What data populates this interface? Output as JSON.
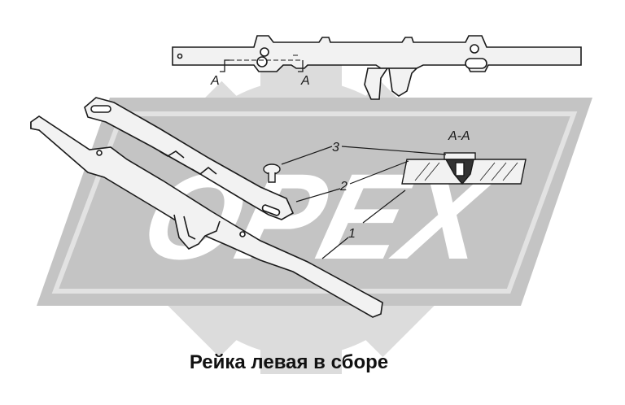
{
  "caption": "Рейка левая в сборе",
  "watermark": {
    "text": "OPEX",
    "gear_color": "#dcdcdc",
    "band_color": "#c4c4c4",
    "text_color": "#ffffff"
  },
  "section": {
    "label": "А-А",
    "mark_left": "А",
    "mark_right": "А"
  },
  "callouts": [
    "1",
    "2",
    "3"
  ],
  "colors": {
    "line": "#1a1a1a",
    "part_fill": "#f2f2f2"
  }
}
